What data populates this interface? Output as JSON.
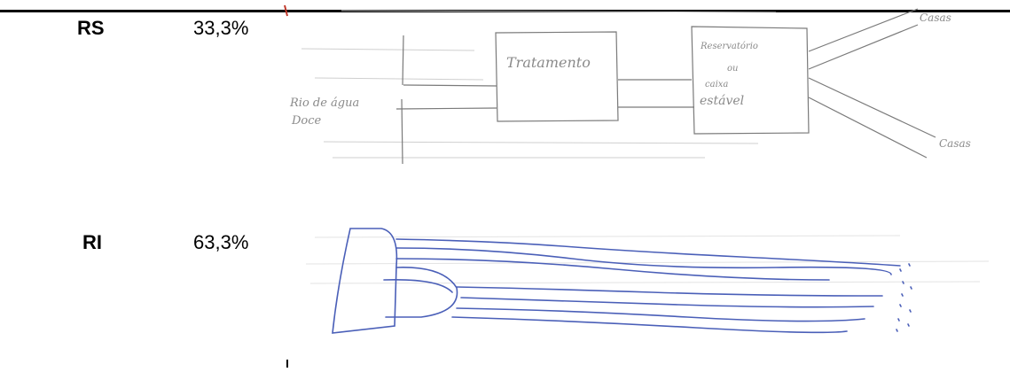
{
  "rows": [
    {
      "label": "RS",
      "value": "33,3%",
      "sketch": {
        "block_1_text": "Tratamento",
        "block_2_line_1": "Reservatório",
        "block_2_line_2": "ou",
        "block_2_line_3": "caixa",
        "block_2_line_4": "estável",
        "inlet_line_1": "Rio de água",
        "inlet_line_2": "Doce",
        "outlet_top_text": "Casas",
        "outlet_bottom_text": "Casas"
      }
    },
    {
      "label": "RI",
      "value": "63,3%"
    }
  ],
  "colors": {
    "text": "#000000",
    "pencil": "#7a7a7a",
    "pencil_faint": "#b5b5b5",
    "pen_blue": "#4a5fb8",
    "red_mark": "#c0392b"
  },
  "icons": [
    "hand-drawn-water-supply-sketch",
    "hand-drawn-pipes-sketch"
  ]
}
